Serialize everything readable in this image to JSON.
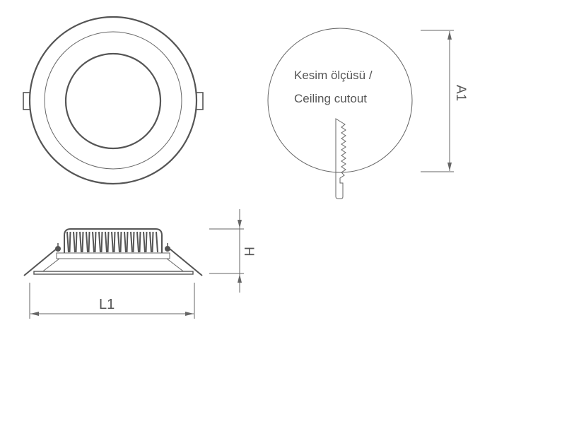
{
  "cutout": {
    "line1": "Kesim ölçüsü /",
    "line2": "Ceiling cutout"
  },
  "dimensions": {
    "diameter_label": "A1",
    "height_label": "H",
    "length_label": "L1"
  },
  "colors": {
    "line": "#555555",
    "text": "#555555"
  }
}
